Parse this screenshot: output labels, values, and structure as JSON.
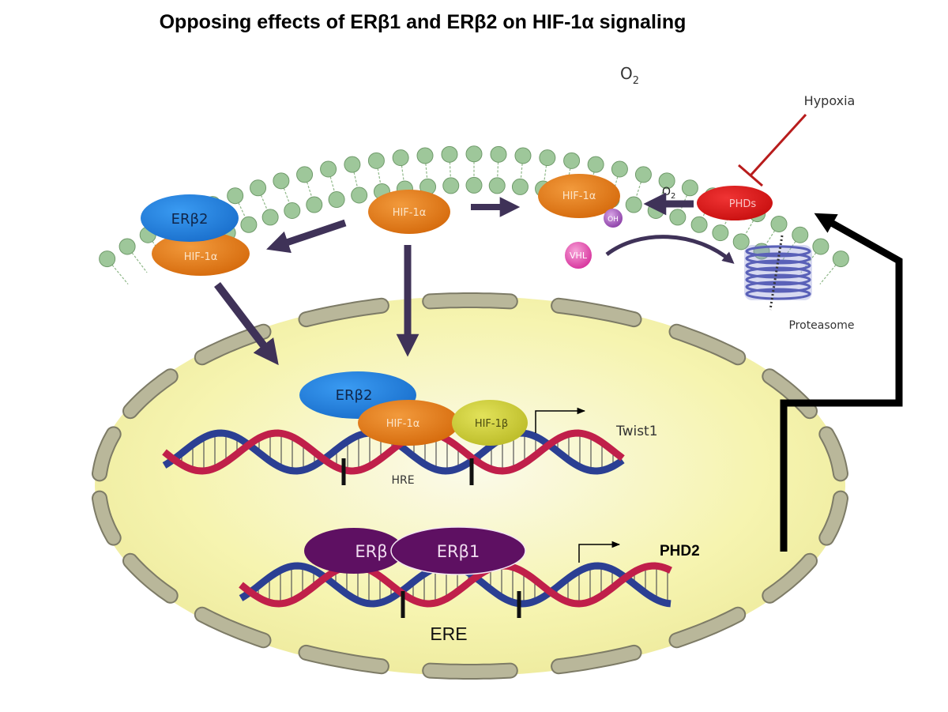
{
  "title": "Opposing effects of ERβ1 and ERβ2 on HIF-1α signaling",
  "labels": {
    "o2_top": "O2",
    "hypoxia": "Hypoxia",
    "phds": "PHDs",
    "o2_small": "O2",
    "hif_hydroxylated": "HIF-1α",
    "oh": "OH",
    "vhl": "VHL",
    "proteasome": "Proteasome",
    "erb2_cyto": "ERβ2",
    "hif_complex": "HIF-1α",
    "hif_free": "HIF-1α",
    "erb2_nuc": "ERβ2",
    "hif_nuc": "HIF-1α",
    "hif1b": "HIF-1β",
    "twist1": "Twist1",
    "hre": "HRE",
    "erb": "ERβ",
    "erb1": "ERβ1",
    "phd2": "PHD2",
    "ere": "ERE"
  },
  "colors": {
    "membrane": "#9ec79a",
    "nucleus_fill": "#f7f5b4",
    "envelope": "#b9b79a",
    "hif_orange": "#e37a18",
    "erb2_blue": "#2a86e0",
    "hif1b_yellow": "#cfcf3a",
    "phd_red": "#e01818",
    "erb_purple": "#5e1062",
    "dna_red": "#c01f4a",
    "dna_blue": "#2b3f93",
    "arrow_purple": "#3f3258"
  }
}
